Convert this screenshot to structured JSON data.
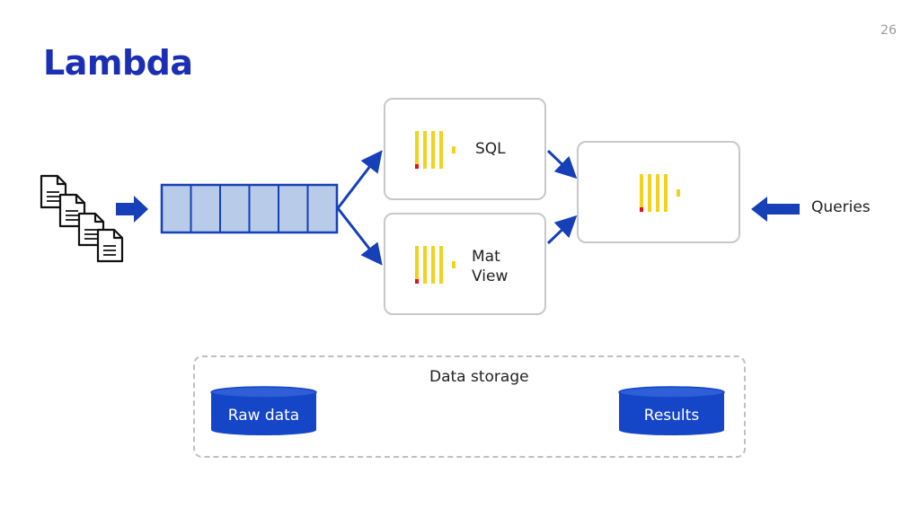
{
  "header": {
    "title": "Lambda",
    "page_number": "26"
  },
  "nodes": {
    "sql_label": "SQL",
    "mat_view_label": "Mat\nView",
    "queries_label": "Queries"
  },
  "storage": {
    "title": "Data storage",
    "raw_data_label": "Raw data",
    "results_label": "Results"
  },
  "icons": {
    "input_files": "document-stack-icon",
    "engine": "clickhouse-logo-icon"
  },
  "colors": {
    "title": "#1a2fb3",
    "arrow": "#1540b8",
    "queue_fill": "#b8cbe9",
    "queue_stroke": "#1540b8",
    "cylinder": "#1546c8",
    "logo_bar": "#f3d21c",
    "logo_dot": "#e3101b"
  }
}
